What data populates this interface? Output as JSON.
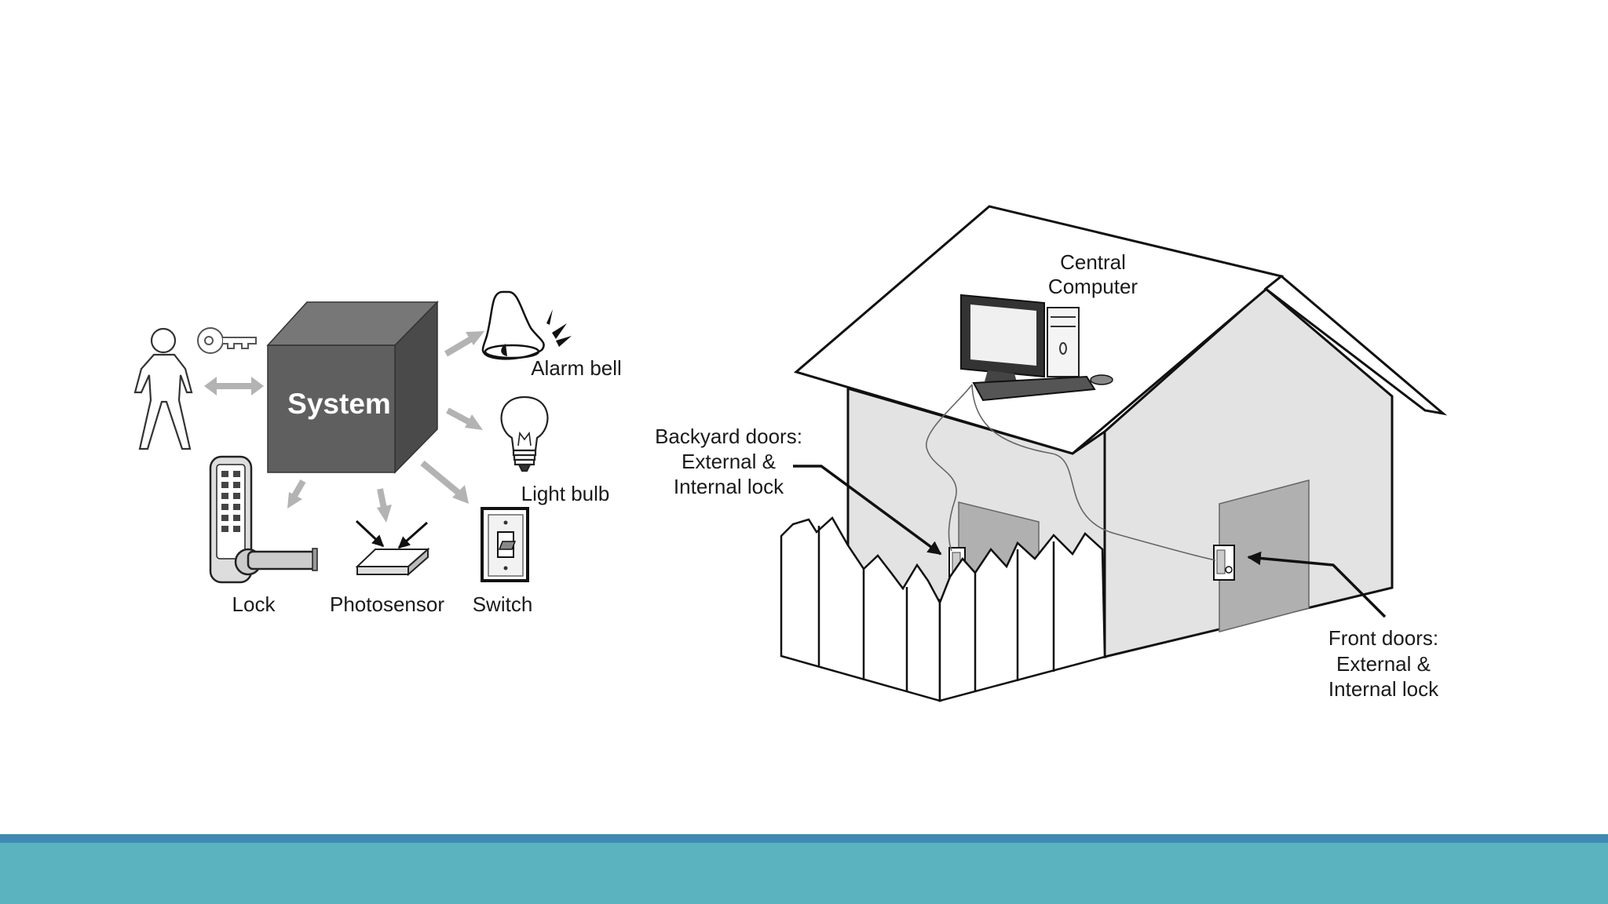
{
  "system_diagram": {
    "center_label": "System",
    "devices": {
      "alarm_bell": "Alarm bell",
      "light_bulb": "Light bulb",
      "lock": "Lock",
      "photosensor": "Photosensor",
      "switch": "Switch"
    }
  },
  "house_diagram": {
    "computer_label_line1": "Central",
    "computer_label_line2": "Computer",
    "backyard_line1": "Backyard doors:",
    "backyard_line2": "External &",
    "backyard_line3": "Internal lock",
    "front_line1": "Front doors:",
    "front_line2": "External &",
    "front_line3": "Internal lock"
  },
  "colors": {
    "footer_line": "#3d8bb3",
    "footer_band": "#5ab3bf",
    "arrow_gray": "#b3b3b3",
    "house_wall": "#e3e3e3",
    "door": "#b0b0b0"
  },
  "icons": [
    "person-icon",
    "key-icon",
    "bell-icon",
    "lightbulb-icon",
    "keypad-lock-icon",
    "photosensor-icon",
    "wall-switch-icon",
    "desktop-computer-icon"
  ]
}
